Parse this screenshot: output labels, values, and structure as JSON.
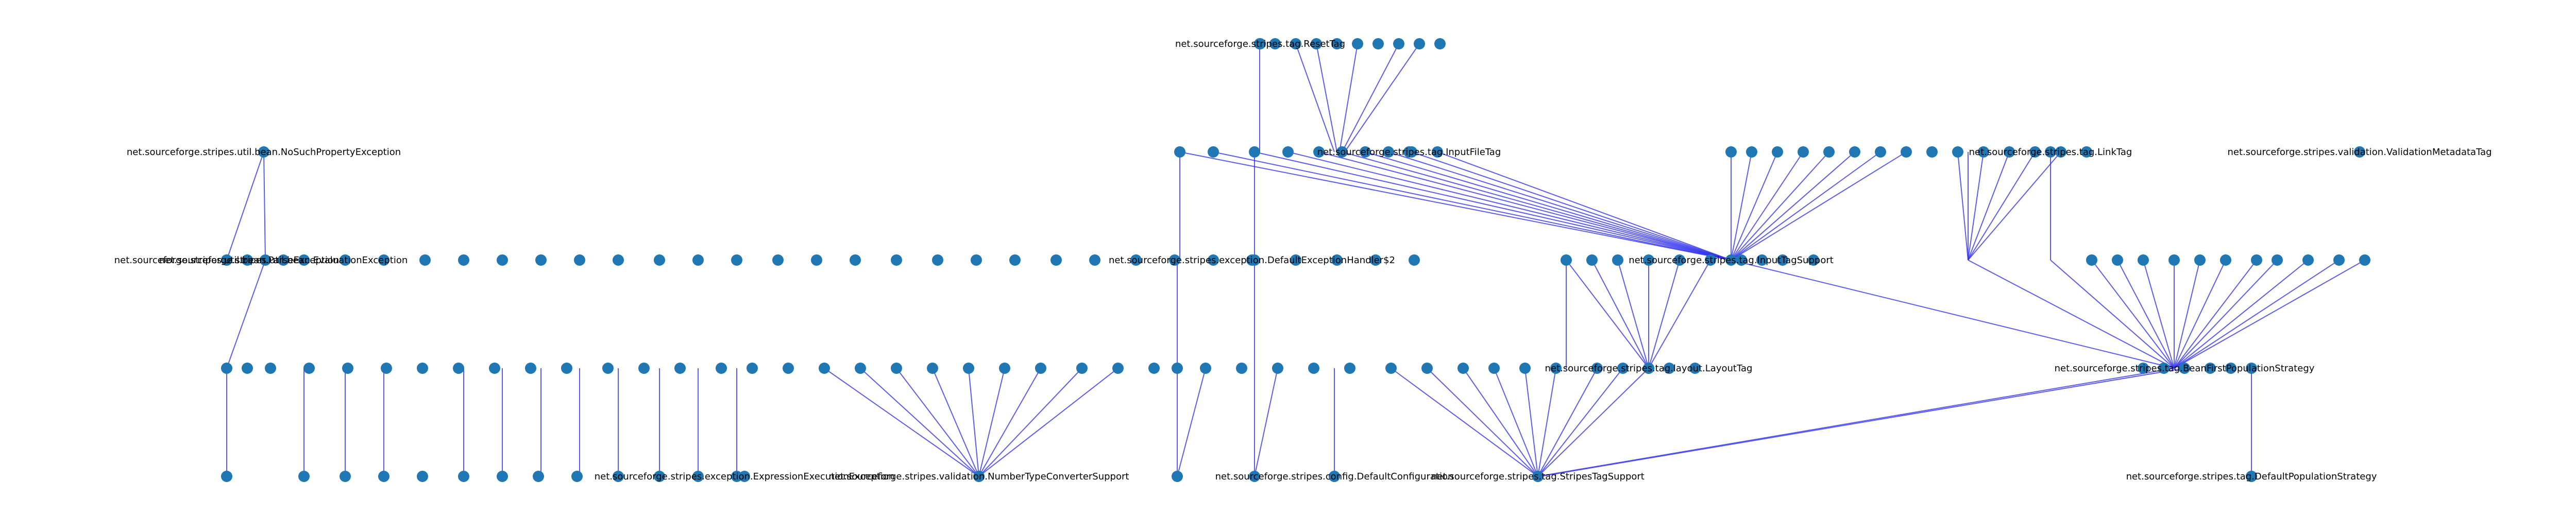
{
  "colors": {
    "node": "#1f77b4",
    "edge": "#3333ee",
    "label": "#000000"
  },
  "nodes": [
    {
      "id": "n1",
      "label": "net.sourceforge.stripes.tag.ResetTag"
    },
    {
      "id": "n2",
      "label": "net.sourceforge.stripes.util.bean.NoSuchPropertyException"
    },
    {
      "id": "n3",
      "label": "net.sourceforge.stripes.validation.ValidationMetadataTag"
    },
    {
      "id": "n4",
      "label": "net.sourceforge.stripes.tag.InputFileTag"
    },
    {
      "id": "n5",
      "label": "net.sourceforge.stripes.tag.LinkTag"
    },
    {
      "id": "n6",
      "label": "net.sourceforge.stripes.util.bean.ParseException"
    },
    {
      "id": "n7",
      "label": "net.sourceforge.stripes.util.bean.EvaluationException"
    },
    {
      "id": "n8",
      "label": "net.sourceforge.stripes.exception.DefaultExceptionHandler$2"
    },
    {
      "id": "n9",
      "label": "net.sourceforge.stripes.tag.InputTagSupport"
    },
    {
      "id": "n10",
      "label": "net.sourceforge.stripes.tag.layout.LayoutTag"
    },
    {
      "id": "n11",
      "label": "net.sourceforge.stripes.tag.BeanFirstPopulationStrategy"
    },
    {
      "id": "n12",
      "label": "net.sourceforge.stripes.exception.ExpressionExecutionException"
    },
    {
      "id": "n13",
      "label": "net.sourceforge.stripes.validation.NumberTypeConverterSupport"
    },
    {
      "id": "n14",
      "label": "net.sourceforge.stripes.config.DefaultConfiguration"
    },
    {
      "id": "n15",
      "label": "net.sourceforge.stripes.tag.StripesTagSupport"
    },
    {
      "id": "n16",
      "label": "net.sourceforge.stripes.tag.DefaultPopulationStrategy"
    }
  ]
}
